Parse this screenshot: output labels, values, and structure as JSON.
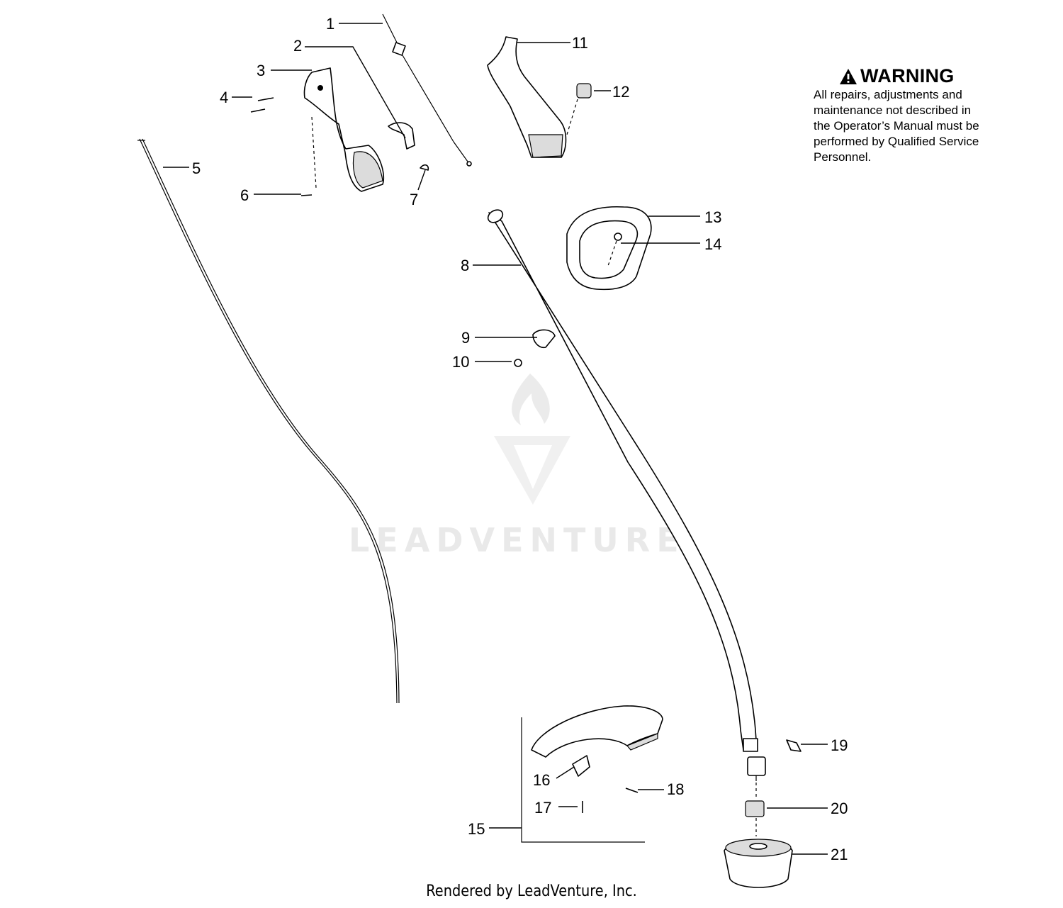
{
  "warning": {
    "title": "WARNING",
    "lines": [
      "All repairs, adjustments and",
      "maintenance not described in",
      "the Operator’s Manual must be",
      "performed by Qualified Service",
      "Personnel."
    ]
  },
  "callouts": [
    "1",
    "2",
    "3",
    "4",
    "5",
    "6",
    "7",
    "8",
    "9",
    "10",
    "11",
    "12",
    "13",
    "14",
    "15",
    "16",
    "17",
    "18",
    "19",
    "20",
    "21"
  ],
  "watermark": "LEADVENTURE",
  "footer": "Rendered by LeadVenture, Inc."
}
